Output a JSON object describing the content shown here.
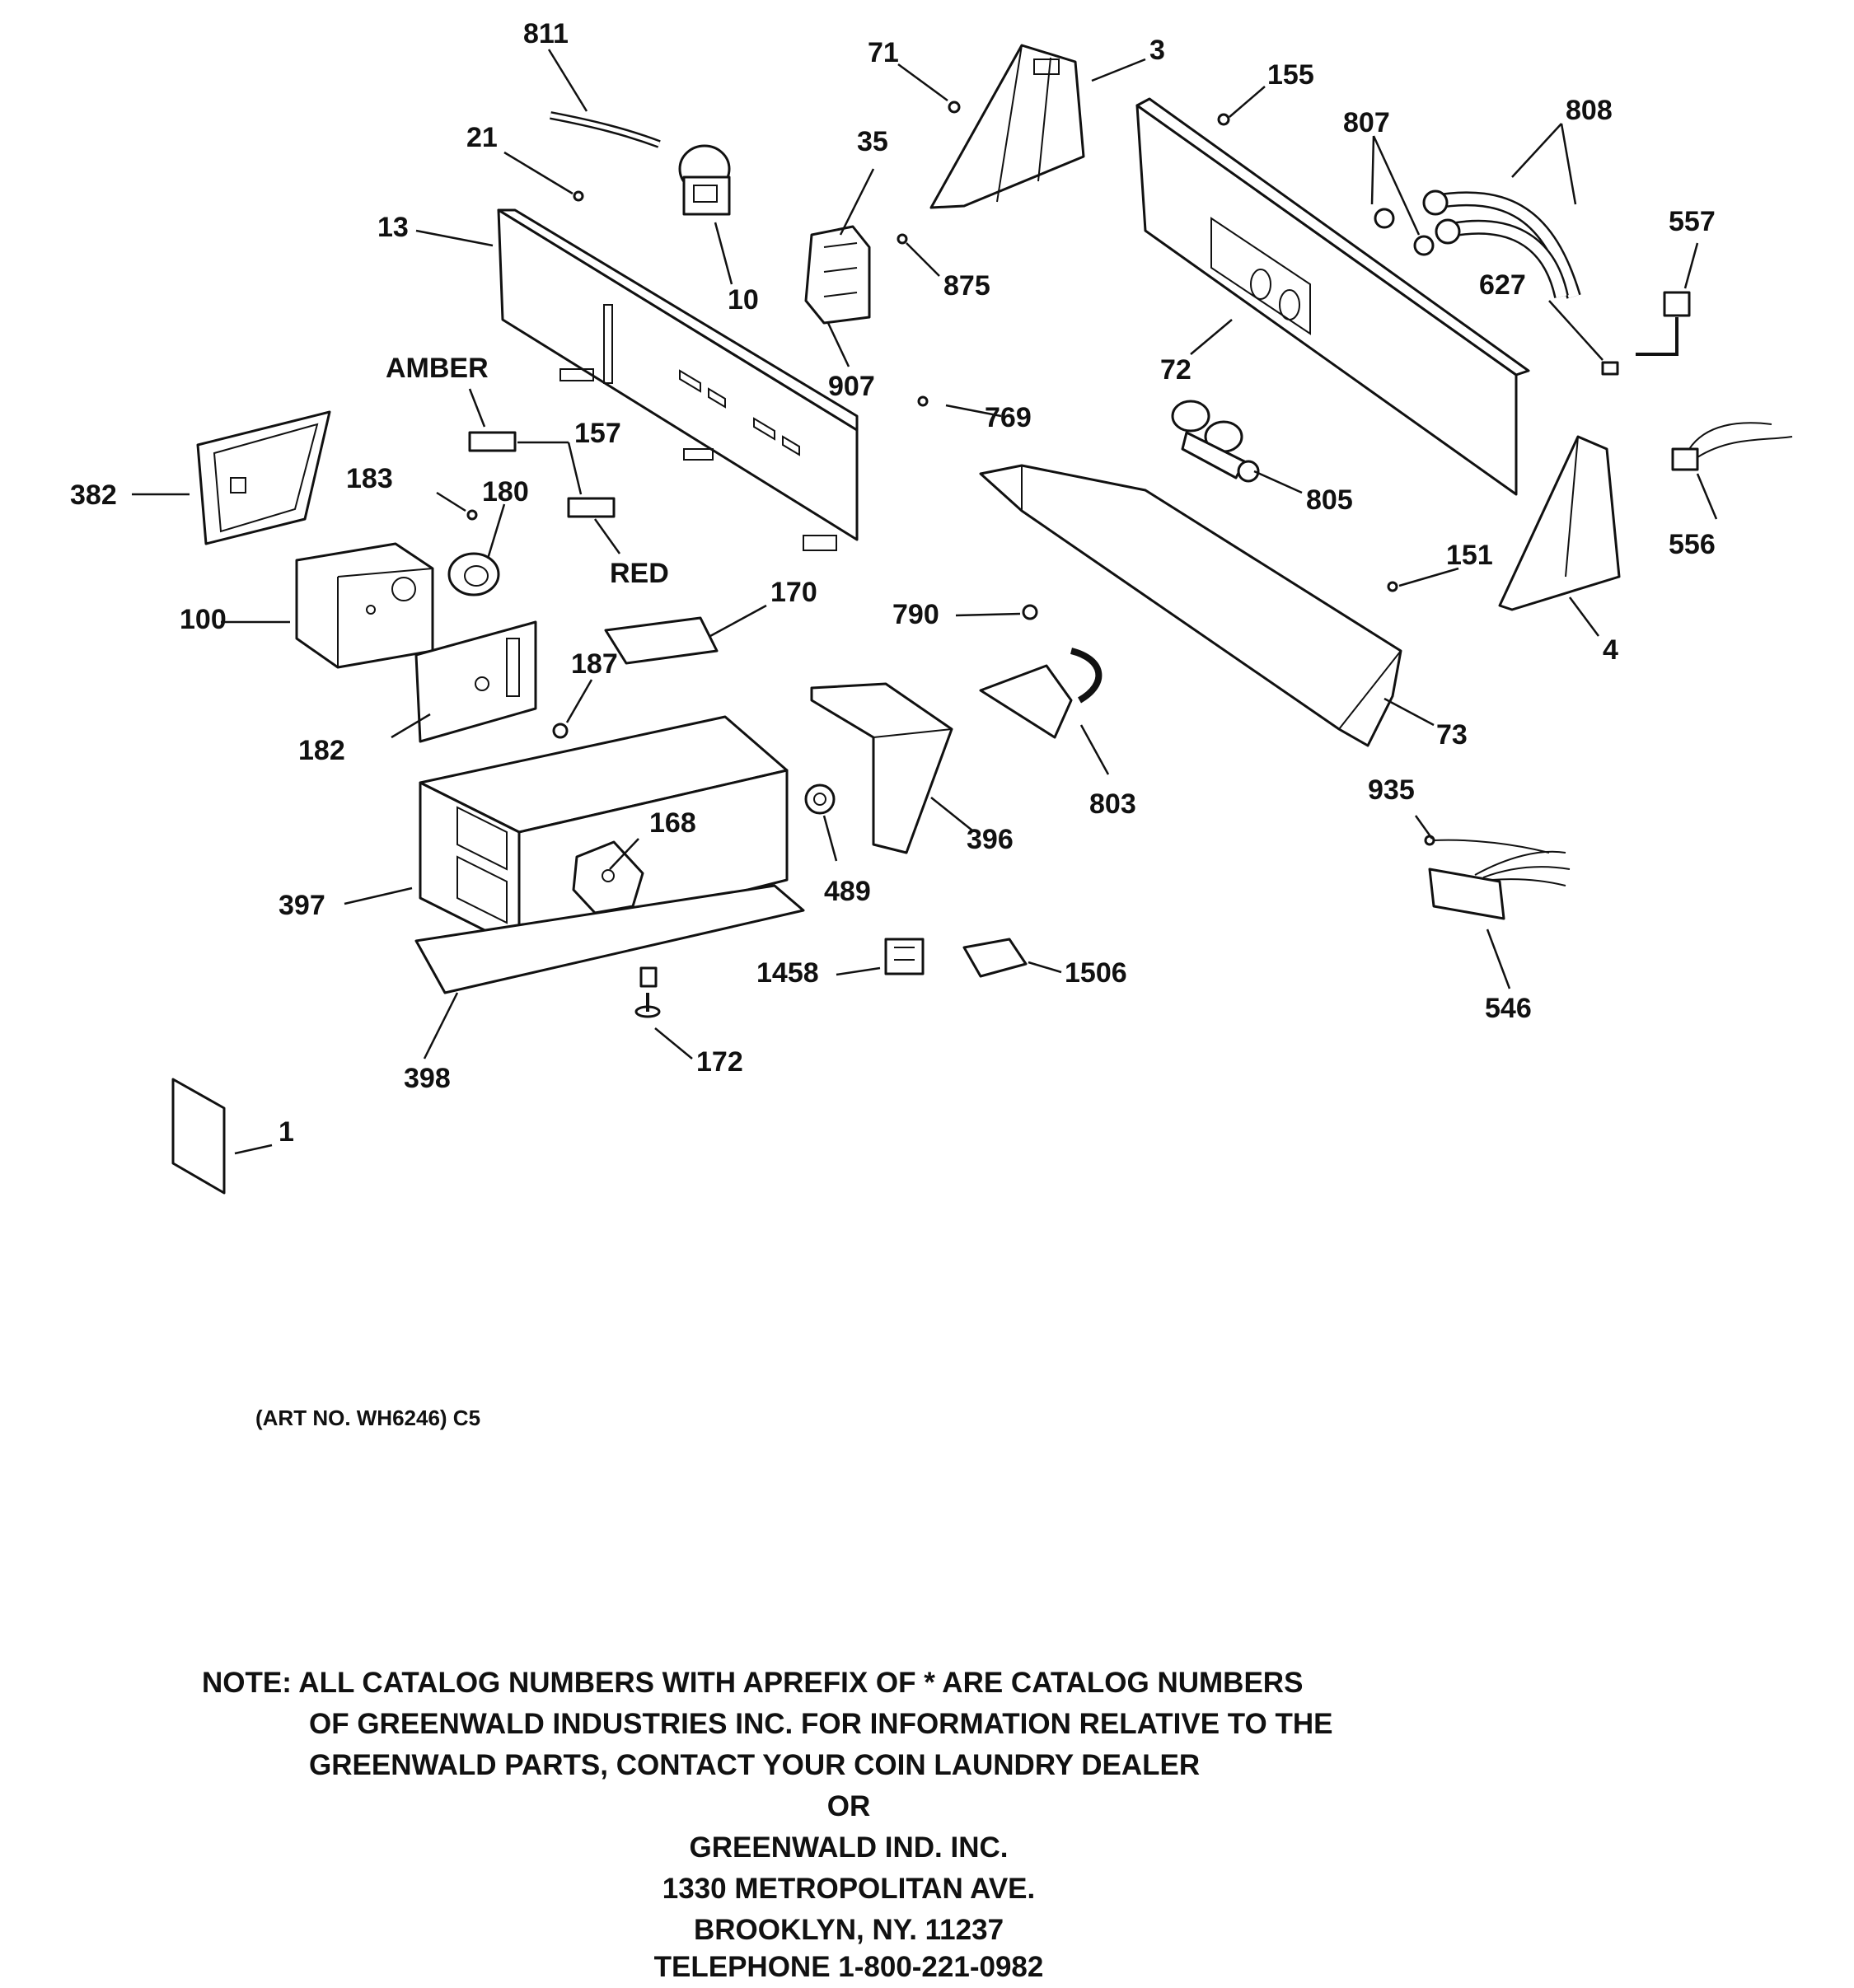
{
  "diagram": {
    "callouts": {
      "c811": "811",
      "c21": "21",
      "c13": "13",
      "c10": "10",
      "c71": "71",
      "c3": "3",
      "c35": "35",
      "c875": "875",
      "c907": "907",
      "c155": "155",
      "c807": "807",
      "c808": "808",
      "c557": "557",
      "c627": "627",
      "c72": "72",
      "c769": "769",
      "c805": "805",
      "c382": "382",
      "c183": "183",
      "c180": "180",
      "c157": "157",
      "c100": "100",
      "c182": "182",
      "c187": "187",
      "c170": "170",
      "c790": "790",
      "c151": "151",
      "c4": "4",
      "c556": "556",
      "c73": "73",
      "c803": "803",
      "c168": "168",
      "c489": "489",
      "c396": "396",
      "c397": "397",
      "c398": "398",
      "c172": "172",
      "c1458": "1458",
      "c1506": "1506",
      "c935": "935",
      "c546": "546",
      "c1": "1",
      "amber": "AMBER",
      "red": "RED"
    },
    "art_no": "(ART NO. WH6246) C5"
  },
  "note": {
    "line1": "NOTE: ALL CATALOG NUMBERS WITH APREFIX OF * ARE CATALOG NUMBERS",
    "line2": "OF GREENWALD INDUSTRIES INC. FOR INFORMATION RELATIVE TO THE",
    "line3": "GREENWALD PARTS, CONTACT YOUR COIN LAUNDRY DEALER",
    "line4": "OR",
    "line5": "GREENWALD IND. INC.",
    "line6": "1330 METROPOLITAN AVE.",
    "line7": "BROOKLYN, NY. 11237",
    "line8": "TELEPHONE 1-800-221-0982"
  }
}
